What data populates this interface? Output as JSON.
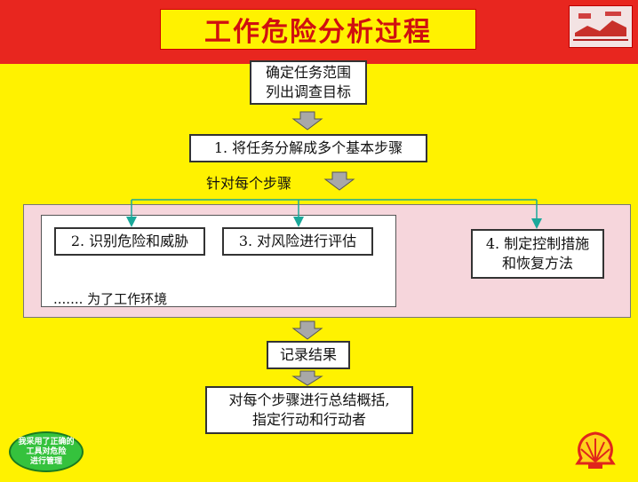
{
  "title": "工作危险分析过程",
  "steps": {
    "define_line1": "确定任务范围",
    "define_line2": "列出调查目标",
    "step1": "1. 将任务分解成多个基本步骤",
    "per_step": "针对每个步骤",
    "step2": "2. 识别危险和威胁",
    "step3": "3. 对风险进行评估",
    "env_note": "....... 为了工作环境",
    "step4_line1": "4. 制定控制措施",
    "step4_line2": "和恢复方法",
    "record": "记录结果",
    "summary_line1": "对每个步骤进行总结概括,",
    "summary_line2": "指定行动和行动者"
  },
  "badge": {
    "line1": "我采用了正确的",
    "line2": "工具对危险",
    "line3": "进行管理"
  },
  "colors": {
    "background": "#fff200",
    "top_bar": "#e8261f",
    "title_text": "#d01010",
    "pink_panel": "#f6d6dc",
    "connector": "#1aa89a",
    "arrow_fill": "#a8a8a8",
    "badge_green": "#35c23d",
    "shell_red": "#e0261b",
    "shell_yellow": "#ffd21a"
  },
  "icons": [
    "down-arrow-icon",
    "shell-logo-icon",
    "top-right-logo-icon"
  ]
}
